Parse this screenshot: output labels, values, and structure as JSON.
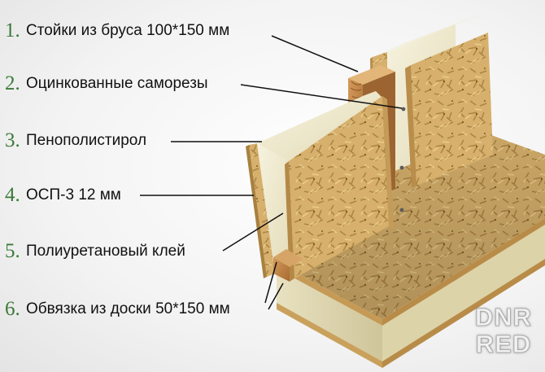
{
  "labels": [
    {
      "num": "1.",
      "text": "Стойки из бруса 100*150 мм"
    },
    {
      "num": "2.",
      "text": "Оцинкованные саморезы"
    },
    {
      "num": "3.",
      "text": "Пенополистирол"
    },
    {
      "num": "4.",
      "text": "ОСП-3 12 мм"
    },
    {
      "num": "5.",
      "text": "Полиуретановый клей"
    },
    {
      "num": "6.",
      "text": "Обвязка из доски 50*150 мм"
    }
  ],
  "watermark": {
    "line1": "DNR",
    "line2": "RED"
  },
  "colors": {
    "number": "#3a7a3a",
    "osb": "#d2ad68",
    "foam": "#f1ecd2",
    "wood": "#b77c42",
    "leader": "#111111"
  }
}
